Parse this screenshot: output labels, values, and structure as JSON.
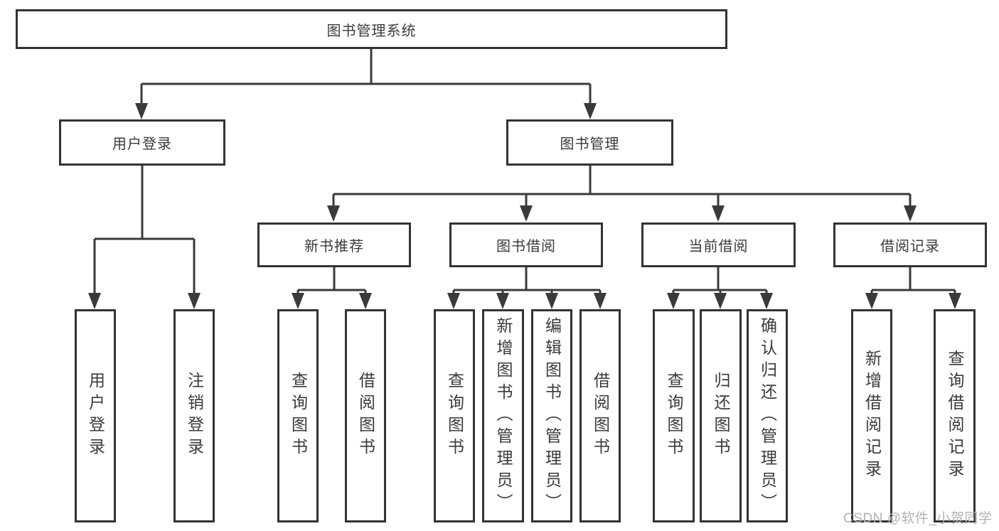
{
  "diagram": {
    "title": "图书管理系统",
    "level2": {
      "user_login": "用户登录",
      "book_mgmt": "图书管理"
    },
    "level3": {
      "new_book_rec": "新书推荐",
      "book_borrow": "图书借阅",
      "current_borrow": "当前借阅",
      "borrow_record": "借阅记录"
    },
    "leaves": {
      "user_login_1": "用户登录",
      "user_login_2": "注销登录",
      "new_book_rec_1": "查询图书",
      "new_book_rec_2": "借阅图书",
      "book_borrow_1": "查询图书",
      "book_borrow_2": "新增图书（管理员）",
      "book_borrow_3": "编辑图书（管理员）",
      "book_borrow_4": "借阅图书",
      "current_borrow_1": "查询图书",
      "current_borrow_2": "归还图书",
      "current_borrow_3": "确认归还（管理员）",
      "borrow_record_1": "新增借阅记录",
      "borrow_record_2": "查询借阅记录"
    },
    "hierarchy": {
      "图书管理系统": {
        "用户登录": [
          "用户登录",
          "注销登录"
        ],
        "图书管理": {
          "新书推荐": [
            "查询图书",
            "借阅图书"
          ],
          "图书借阅": [
            "查询图书",
            "新增图书（管理员）",
            "编辑图书（管理员）",
            "借阅图书"
          ],
          "当前借阅": [
            "查询图书",
            "归还图书",
            "确认归还（管理员）"
          ],
          "借阅记录": [
            "新增借阅记录",
            "查询借阅记录"
          ]
        }
      }
    }
  },
  "watermark": "CSDN @软件_小贺同学",
  "colors": {
    "line": "#3a3a3a",
    "box_border": "#333333",
    "text": "#3a3a3a",
    "watermark": "#b2b2b2",
    "background": "#ffffff"
  }
}
